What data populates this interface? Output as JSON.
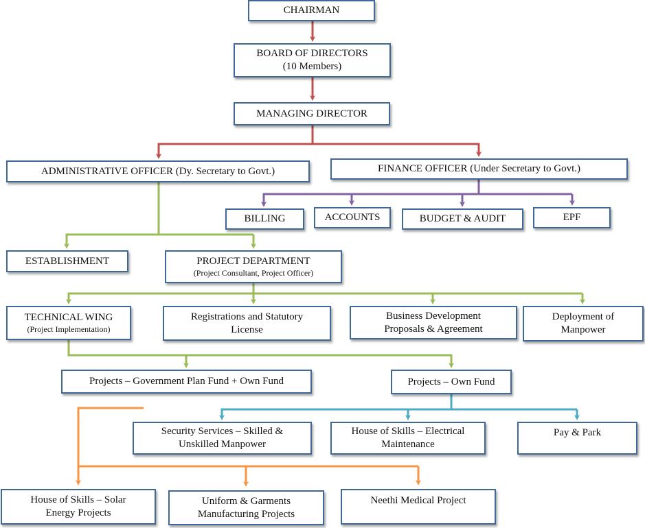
{
  "nodes": {
    "chairman": {
      "text": "CHAIRMAN"
    },
    "board": {
      "text": "BOARD OF DIRECTORS",
      "sub": "(10 Members)"
    },
    "md": {
      "text": "MANAGING DIRECTOR"
    },
    "admin": {
      "text": "ADMINISTRATIVE OFFICER (Dy. Secretary to Govt.)"
    },
    "finance": {
      "text": "FINANCE OFFICER (Under Secretary to Govt.)"
    },
    "billing": {
      "text": "BILLING"
    },
    "accounts": {
      "text": "ACCOUNTS"
    },
    "budget": {
      "text": "BUDGET & AUDIT"
    },
    "epf": {
      "text": "EPF"
    },
    "establishment": {
      "text": "ESTABLISHMENT"
    },
    "project_dept": {
      "text": "PROJECT DEPARTMENT",
      "sub": "(Project Consultant, Project Officer)"
    },
    "technical": {
      "text": "TECHNICAL WING",
      "sub": "(Project Implementation)"
    },
    "registrations": {
      "line1": "Registrations and Statutory",
      "line2": "License"
    },
    "business": {
      "line1": "Business Development",
      "line2": "Proposals & Agreement"
    },
    "deployment": {
      "line1": "Deployment of",
      "line2": "Manpower"
    },
    "gov_fund": {
      "text": "Projects – Government Plan Fund + Own Fund"
    },
    "own_fund": {
      "text": "Projects –  Own Fund"
    },
    "security": {
      "line1": "Security Services – Skilled &",
      "line2": "Unskilled Manpower"
    },
    "electrical": {
      "line1": "House of Skills – Electrical",
      "line2": "Maintenance"
    },
    "paypark": {
      "text": "Pay & Park"
    },
    "solar": {
      "line1": "House of Skills – Solar",
      "line2": "Energy Projects"
    },
    "uniform": {
      "line1": "Uniform & Garments",
      "line2": "Manufacturing Projects"
    },
    "neethi": {
      "text": "Neethi Medical Project"
    }
  },
  "colors": {
    "box_border": "#3f6797",
    "red": "#c0504d",
    "purple": "#8064a2",
    "green": "#9bbb59",
    "teal": "#4bacc6",
    "orange": "#f79646"
  }
}
